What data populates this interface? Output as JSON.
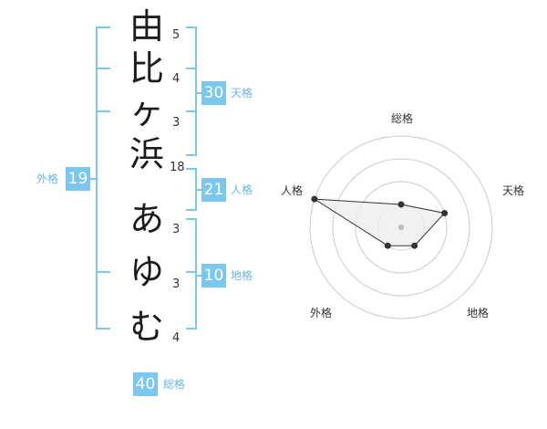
{
  "name_chars": [
    {
      "char": "由",
      "strokes": "5"
    },
    {
      "char": "比",
      "strokes": "4"
    },
    {
      "char": "ヶ",
      "strokes": "3"
    },
    {
      "char": "浜",
      "strokes": "18"
    },
    {
      "char": "あ",
      "strokes": "3"
    },
    {
      "char": "ゆ",
      "strokes": "3"
    },
    {
      "char": "む",
      "strokes": "4"
    }
  ],
  "kakaku": {
    "tenkaku": {
      "value": "30",
      "label": "天格"
    },
    "jinkaku": {
      "value": "21",
      "label": "人格"
    },
    "chikaku": {
      "value": "10",
      "label": "地格"
    },
    "gaikaku": {
      "value": "19",
      "label": "外格"
    },
    "soukaku": {
      "value": "40",
      "label": "総格"
    }
  },
  "radar": {
    "axes": [
      "総格",
      "天格",
      "地格",
      "外格",
      "人格"
    ],
    "values": [
      0.25,
      0.5,
      0.25,
      0.25,
      1.0
    ],
    "rings": 4,
    "colors": {
      "ring": "#cccccc",
      "fill": "#eeeeee",
      "stroke": "#333333",
      "point": "#333333",
      "center": "#bbbbbb"
    }
  },
  "colors": {
    "bracket": "#7cc7f0",
    "badge": "#7cc7f0",
    "badge_label": "#6ab6e0"
  }
}
